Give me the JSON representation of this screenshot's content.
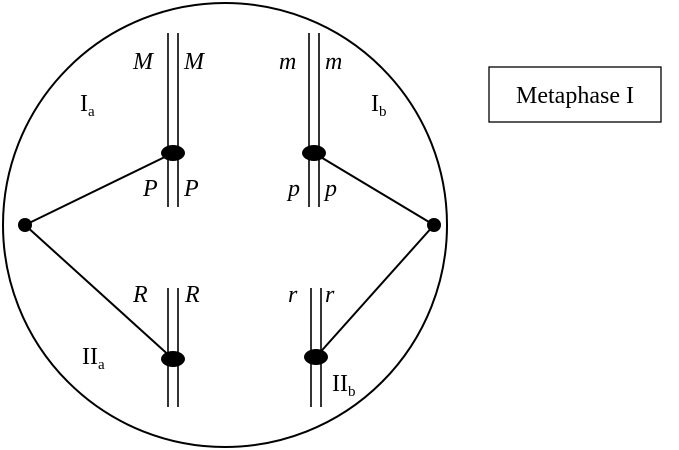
{
  "cell": {
    "groups": {
      "Ia": {
        "main": "I",
        "sub": "a"
      },
      "Ib": {
        "main": "I",
        "sub": "b"
      },
      "IIa": {
        "main": "II",
        "sub": "a"
      },
      "IIb": {
        "main": "II",
        "sub": "b"
      }
    },
    "alleles": {
      "M_left": "M",
      "M_right": "M",
      "m_left": "m",
      "m_right": "m",
      "P_left": "P",
      "P_right": "P",
      "p_left": "p",
      "p_right": "p",
      "R_left": "R",
      "R_right": "R",
      "r_left": "r",
      "r_right": "r"
    }
  },
  "stage_box": {
    "label": "Metaphase I"
  }
}
